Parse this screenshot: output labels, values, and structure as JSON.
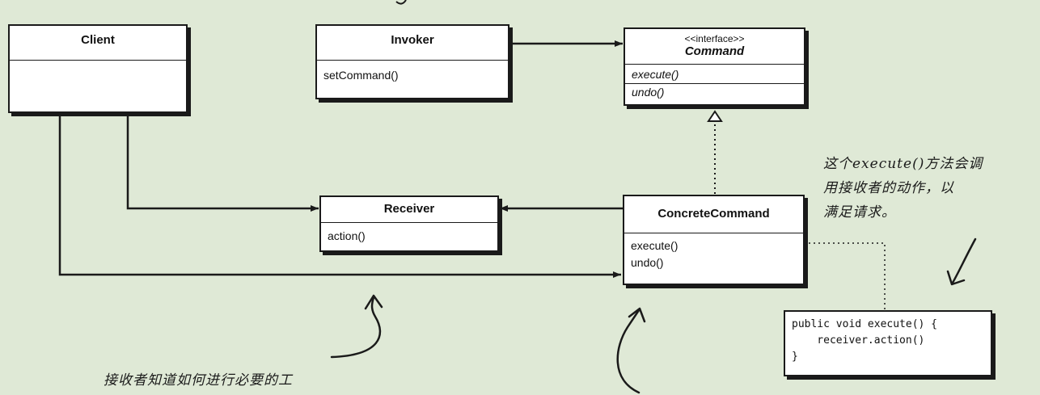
{
  "classes": {
    "client": {
      "name": "Client"
    },
    "invoker": {
      "name": "Invoker",
      "methods": [
        "setCommand()"
      ]
    },
    "command": {
      "stereotype": "<<interface>>",
      "name": "Command",
      "methods": [
        "execute()",
        "undo()"
      ]
    },
    "receiver": {
      "name": "Receiver",
      "methods": [
        "action()"
      ]
    },
    "concrete_command": {
      "name": "ConcreteCommand",
      "methods": [
        "execute()",
        "undo()"
      ]
    }
  },
  "code_snippet": {
    "line1": "public void execute() {",
    "line2": "    receiver.action()",
    "line3": "}"
  },
  "notes": {
    "execute_note": [
      "这个execute()方法会调",
      "用接收者的动作，以",
      "满足请求。"
    ],
    "receiver_note": "接收者知道如何进行必要的工"
  }
}
